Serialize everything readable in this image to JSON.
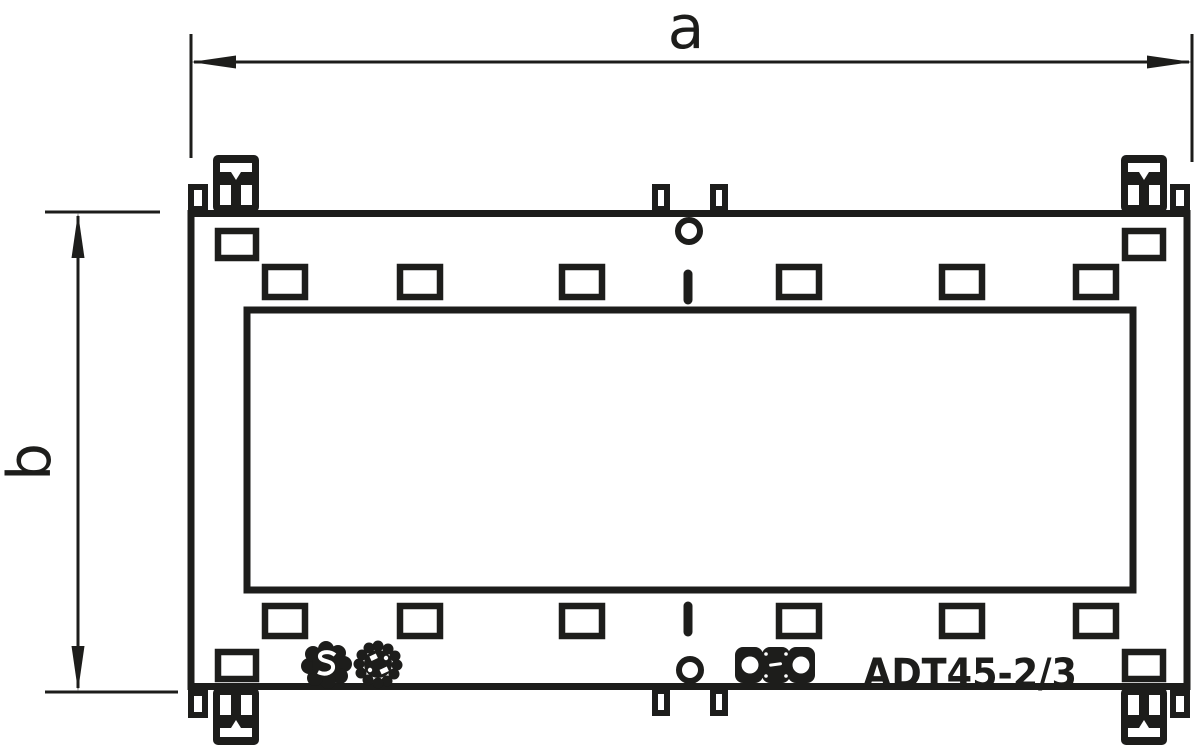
{
  "drawing": {
    "title": "Technical dimension drawing of distribution device",
    "dimension_a_label": "a",
    "dimension_b_label": "b",
    "model_label": "ADT45-2/3"
  },
  "icons": {
    "certification_mark_left": "flower-approval-mark-icon",
    "certification_mark_right": "gear-approval-mark-icon",
    "manufacturer_logo": "obo-logo-icon"
  },
  "colors": {
    "line": "#1d1d1b",
    "background": "#ffffff"
  }
}
